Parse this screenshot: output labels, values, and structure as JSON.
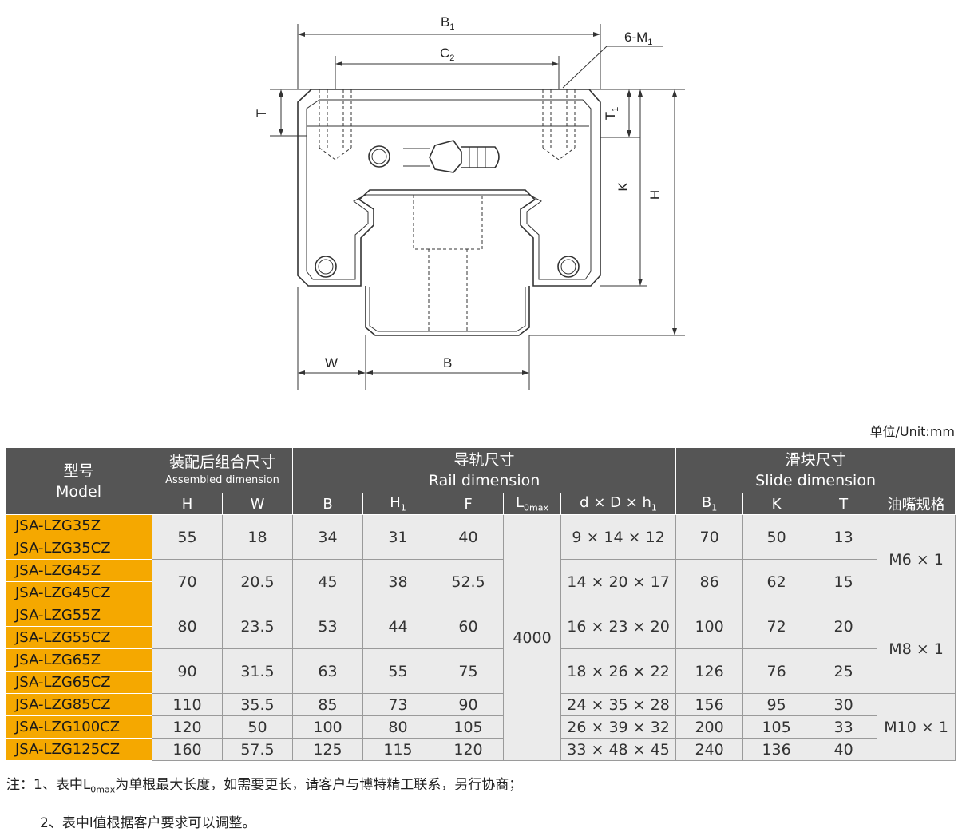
{
  "drawing_labels": {
    "B1": "B",
    "B1_sub": "1",
    "C2": "C",
    "C2_sub": "2",
    "M1": "6-M",
    "M1_sub": "1",
    "T": "T",
    "T1": "T",
    "T1_sub": "1",
    "K": "K",
    "H": "H",
    "W": "W",
    "B": "B"
  },
  "unit": "单位/Unit:mm",
  "header": {
    "model_cn": "型号",
    "model_en": "Model",
    "assembled_cn": "装配后组合尺寸",
    "assembled_en": "Assembled dimension",
    "rail_cn": "导轨尺寸",
    "rail_en": "Rail dimension",
    "slide_cn": "滑块尺寸",
    "slide_en": "Slide dimension",
    "cols": {
      "H": "H",
      "W": "W",
      "B": "B",
      "H1": "H",
      "H1_sub": "1",
      "F": "F",
      "L0": "L",
      "L0_sub": "0max",
      "dDh": "d × D × h",
      "dDh_sub": "1",
      "B1": "B",
      "B1_sub": "1",
      "K": "K",
      "T": "T",
      "nozzle": "油嘴规格"
    }
  },
  "rows": [
    {
      "model": "JSA-LZG35Z"
    },
    {
      "model": "JSA-LZG35CZ"
    },
    {
      "model": "JSA-LZG45Z"
    },
    {
      "model": "JSA-LZG45CZ"
    },
    {
      "model": "JSA-LZG55Z"
    },
    {
      "model": "JSA-LZG55CZ"
    },
    {
      "model": "JSA-LZG65Z"
    },
    {
      "model": "JSA-LZG65CZ"
    },
    {
      "model": "JSA-LZG85CZ"
    },
    {
      "model": "JSA-LZG100CZ"
    },
    {
      "model": "JSA-LZG125CZ"
    }
  ],
  "groups": [
    {
      "H": "55",
      "W": "18",
      "B": "34",
      "H1": "31",
      "F": "40",
      "dDh": "9 × 14 × 12",
      "B1": "70",
      "K": "50",
      "T": "13"
    },
    {
      "H": "70",
      "W": "20.5",
      "B": "45",
      "H1": "38",
      "F": "52.5",
      "dDh": "14 × 20 × 17",
      "B1": "86",
      "K": "62",
      "T": "15"
    },
    {
      "H": "80",
      "W": "23.5",
      "B": "53",
      "H1": "44",
      "F": "60",
      "dDh": "16 × 23 × 20",
      "B1": "100",
      "K": "72",
      "T": "20"
    },
    {
      "H": "90",
      "W": "31.5",
      "B": "63",
      "H1": "55",
      "F": "75",
      "dDh": "18 × 26 × 22",
      "B1": "126",
      "K": "76",
      "T": "25"
    },
    {
      "H": "110",
      "W": "35.5",
      "B": "85",
      "H1": "73",
      "F": "90",
      "dDh": "24 × 35 × 28",
      "B1": "156",
      "K": "95",
      "T": "30"
    },
    {
      "H": "120",
      "W": "50",
      "B": "100",
      "H1": "80",
      "F": "105",
      "dDh": "26 × 39 × 32",
      "B1": "200",
      "K": "105",
      "T": "33"
    },
    {
      "H": "160",
      "W": "57.5",
      "B": "125",
      "H1": "115",
      "F": "120",
      "dDh": "33 × 48 × 45",
      "B1": "240",
      "K": "136",
      "T": "40"
    }
  ],
  "L0max": "4000",
  "nozzles": [
    "M6 × 1",
    "M8 × 1",
    "M10 × 1"
  ],
  "notes": {
    "n1_a": "注：1、表中L",
    "n1_sub": "0max",
    "n1_b": "为单根最大长度，如需要更长，请客户与博特精工联系，另行协商；",
    "n2": "2、表中l值根据客户要求可以调整。"
  },
  "colors": {
    "header_bg": "#555555",
    "model_bg": "#f5a800",
    "cell_bg": "#ebebeb"
  }
}
